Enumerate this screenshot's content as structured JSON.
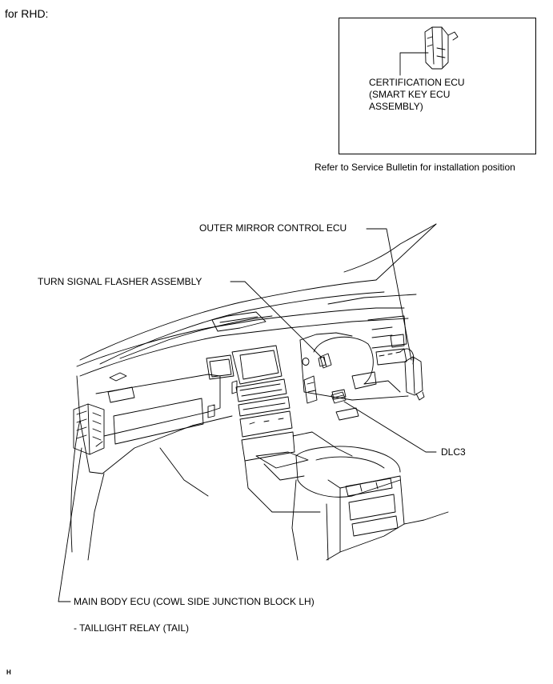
{
  "header": {
    "variant_label": "for RHD:"
  },
  "inset": {
    "component_label": "CERTIFICATION ECU\n(SMART KEY ECU\nASSEMBLY)",
    "note": "Refer to Service Bulletin for installation position"
  },
  "callouts": {
    "outer_mirror": "OUTER MIRROR CONTROL ECU",
    "turn_signal": "TURN SIGNAL FLASHER ASSEMBLY",
    "dlc3": "DLC3",
    "main_body": "MAIN BODY ECU (COWL SIDE JUNCTION BLOCK LH)",
    "taillight": "- TAILLIGHT RELAY (TAIL)"
  },
  "footer": {
    "figure_code": "H"
  }
}
